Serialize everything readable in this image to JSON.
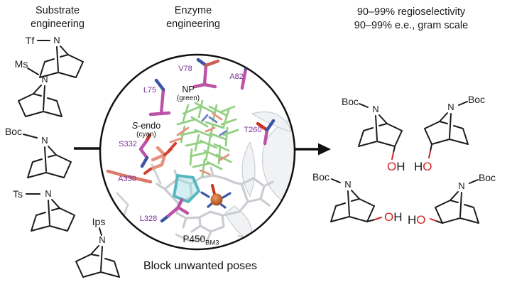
{
  "header": {
    "substrate": [
      "Substrate",
      "engineering"
    ],
    "enzyme": [
      "Enzyme",
      "engineering"
    ],
    "results": [
      "90–99% regioselectivity",
      "90–99% e.e., gram scale"
    ]
  },
  "substrates": {
    "s1": "Tf",
    "s2": "Ms",
    "s3": "Boc",
    "s4": "Ts",
    "s5": "Ips"
  },
  "products": {
    "pg": "Boc"
  },
  "atoms": {
    "n": "N",
    "o": "O",
    "h": "H"
  },
  "active_site": {
    "residues": {
      "r1": "L75",
      "r2": "V78",
      "r3": "A82",
      "r4": "T260",
      "r5": "S332",
      "r6": "A330",
      "r7": "L328"
    },
    "ligand": {
      "name": "NP",
      "note": "(green)"
    },
    "pose": {
      "name_italic": "S",
      "name_rest": "-endo",
      "note": "(cyan)"
    },
    "enzyme": {
      "name": "P450",
      "subscript": "BM3"
    },
    "caption": "Block unwanted poses"
  },
  "colors": {
    "hydroxyl_red": "#d42323",
    "residue_label_purple": "#7a3096",
    "residue_stick_magenta": "#bd53a6",
    "np_green": "#8fce7e",
    "pose_cyan": "#55b7bf",
    "iron_orange": "#c1622f"
  }
}
